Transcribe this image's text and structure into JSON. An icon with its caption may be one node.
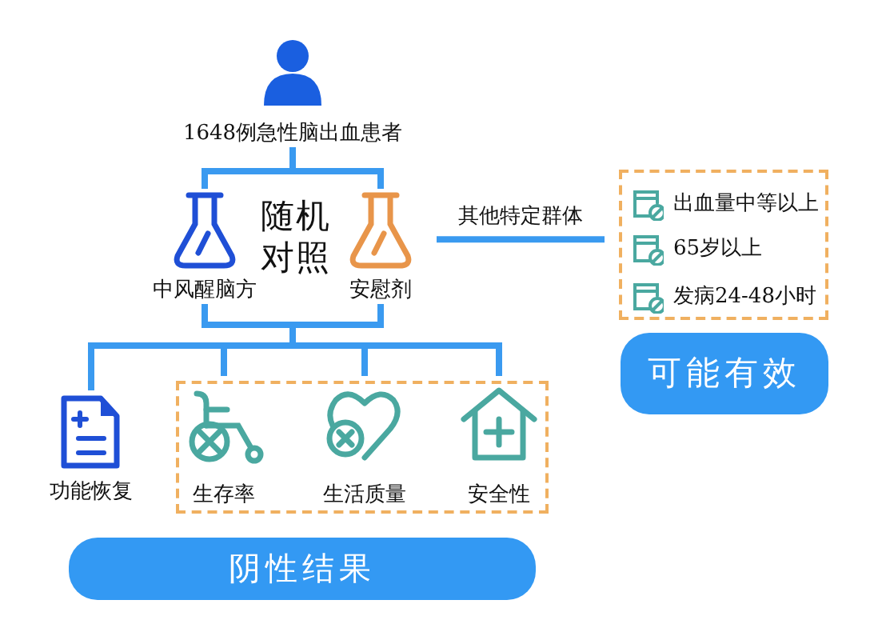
{
  "diagram": {
    "nodes": [
      {
        "text": [
          "1648例急性脑出血患者"
        ]
      },
      {
        "text": [
          "中风醒脑方"
        ]
      },
      {
        "text": [
          "安慰剂"
        ]
      },
      {
        "text": [],
        "shape": "box"
      },
      {
        "text": [
          "出血量中等以上"
        ],
        "in": 3
      },
      {
        "text": [
          "65岁以上"
        ],
        "in": 3
      },
      {
        "text": [
          "发病24-48小时"
        ],
        "in": 3
      },
      {
        "text": [
          "可能有效"
        ]
      },
      {
        "text": [
          "功能恢复"
        ]
      },
      {
        "text": [],
        "shape": "box"
      },
      {
        "text": [
          "生存率"
        ],
        "in": 9
      },
      {
        "text": [
          "生活质量"
        ],
        "in": 9
      },
      {
        "text": [
          "安全性"
        ],
        "in": 9
      },
      {
        "text": [
          "阴性结果"
        ]
      }
    ],
    "edges": [
      {
        "from": 0,
        "to": 1,
        "arrow": "none"
      },
      {
        "from": 0,
        "to": 2,
        "arrow": "none"
      },
      {
        "from": 2,
        "to": 3,
        "arrow": "none",
        "label": "其他特定群体"
      },
      {
        "from": 1,
        "to": 8,
        "arrow": "none"
      },
      {
        "from": 1,
        "to": 10,
        "arrow": "none"
      },
      {
        "from": 1,
        "to": 11,
        "arrow": "none"
      },
      {
        "from": 1,
        "to": 12,
        "arrow": "none"
      },
      {
        "from": 2,
        "to": 8,
        "arrow": "none"
      },
      {
        "from": 2,
        "to": 10,
        "arrow": "none"
      },
      {
        "from": 2,
        "to": 11,
        "arrow": "none"
      },
      {
        "from": 2,
        "to": 12,
        "arrow": "none"
      }
    ],
    "labels": [
      "随机对照"
    ]
  }
}
